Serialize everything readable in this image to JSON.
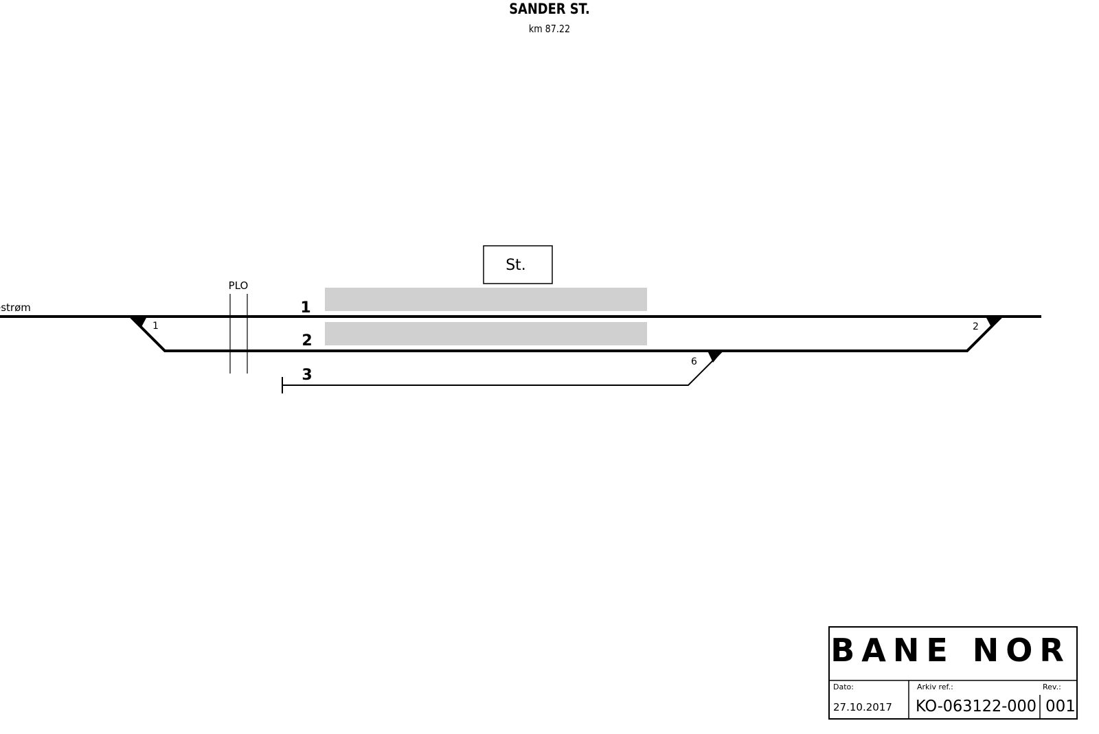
{
  "header": {
    "title": "SANDER ST.",
    "km": "km 87.22"
  },
  "diagram": {
    "direction_label": "estrøm",
    "station_building": "St.",
    "crossing_label": "PLO",
    "tracks": [
      "1",
      "2",
      "3"
    ],
    "switches": [
      "1",
      "2",
      "6"
    ],
    "colors": {
      "track": "#000000",
      "platform": "#d0d0d0"
    }
  },
  "title_block": {
    "logo": "BANE NOR",
    "date_label": "Dato:",
    "date": "27.10.2017",
    "archive_label": "Arkiv ref.:",
    "archive_ref": "KO-063122-000",
    "rev_label": "Rev.:",
    "rev": "001"
  }
}
